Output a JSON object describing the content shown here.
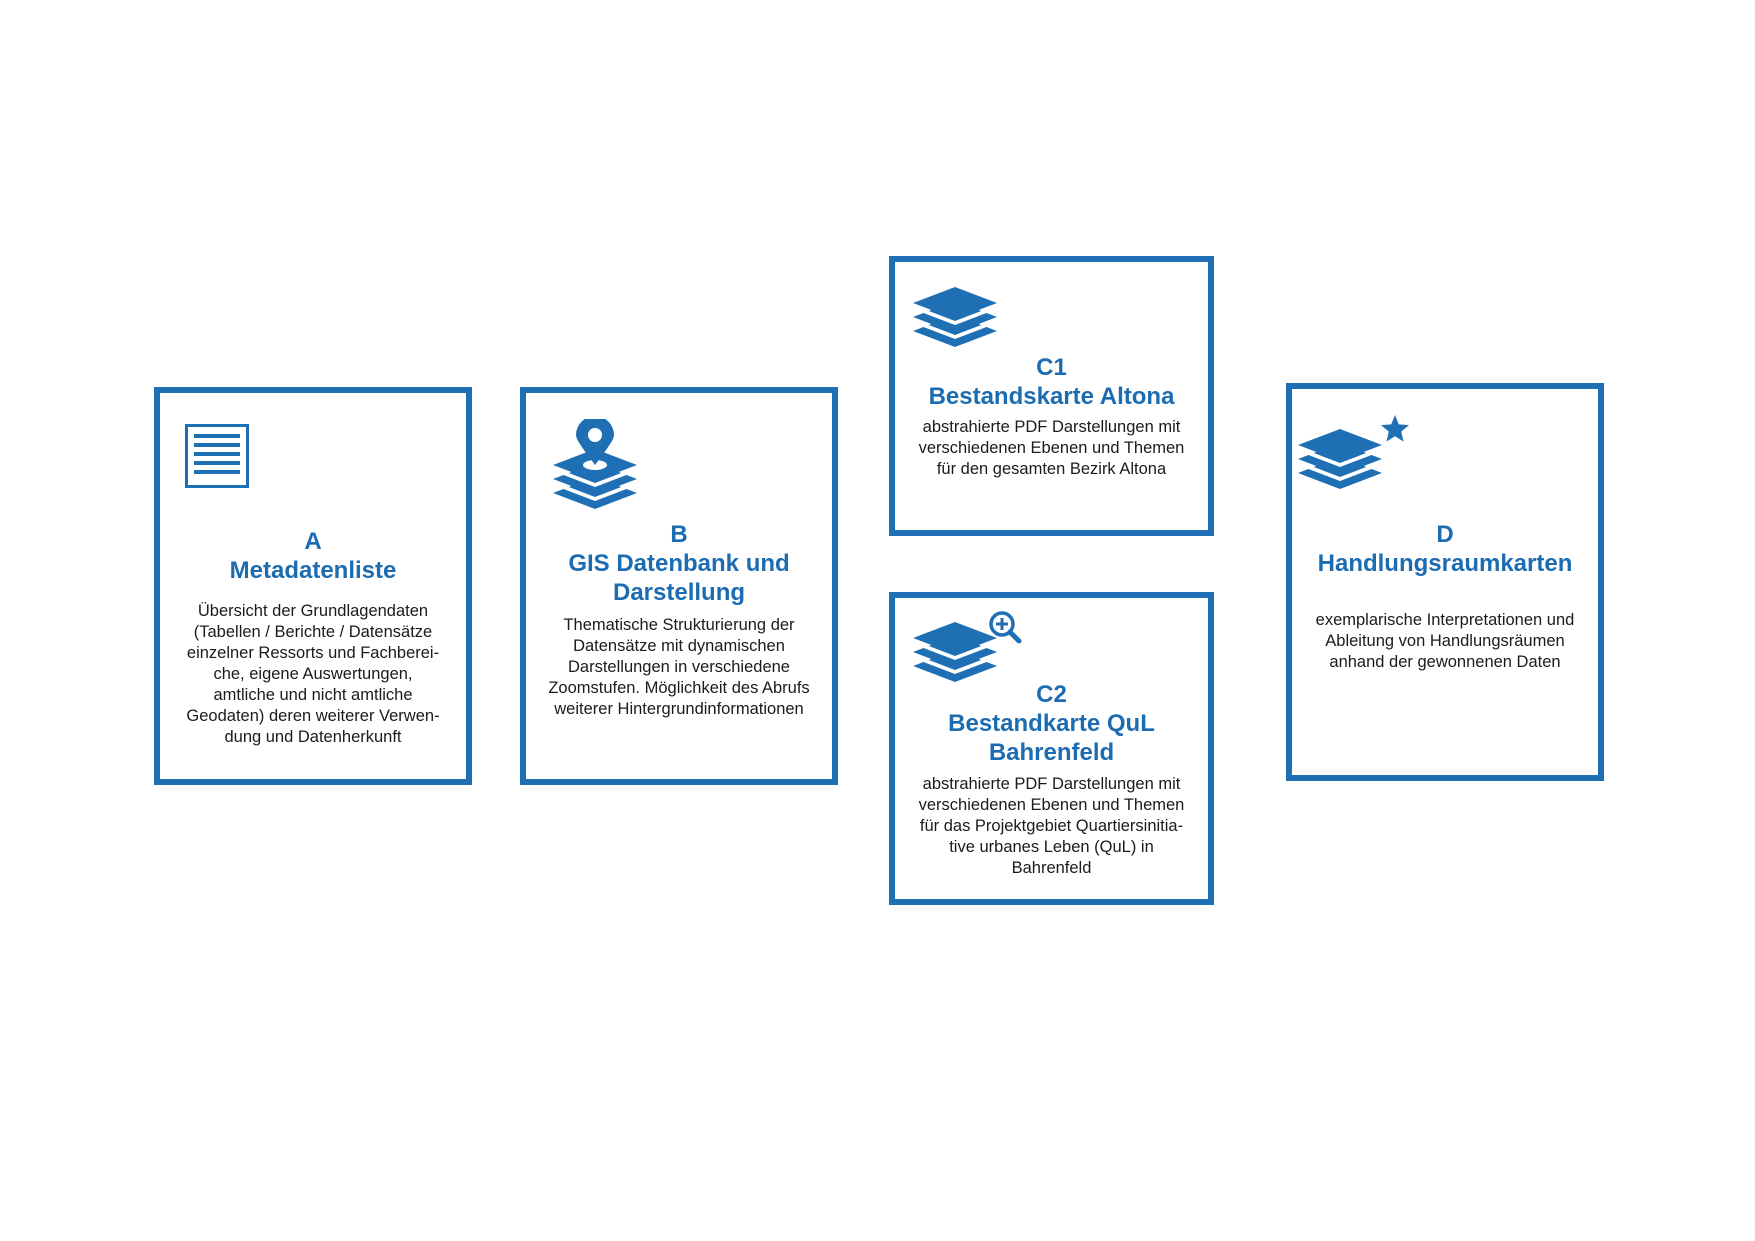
{
  "colors": {
    "accent": "#1f6fb5",
    "text": "#1b1b1b"
  },
  "cards": {
    "a": {
      "icon": "document-list-icon",
      "letter": "A",
      "title": [
        "Metadatenliste"
      ],
      "desc": [
        "Übersicht der Grundlagendaten",
        "(Tabellen / Berichte / Datensätze",
        "einzelner Ressorts und Fachberei-",
        "che, eigene Auswertungen,",
        "amtliche und nicht amtliche",
        "Geodaten) deren weiterer Verwen-",
        "dung und Datenherkunft"
      ]
    },
    "b": {
      "icon": "map-pin-layers-icon",
      "letter": "B",
      "title": [
        "GIS Datenbank und",
        "Darstellung"
      ],
      "desc": [
        "Thematische Strukturierung der",
        "Datensätze mit dynamischen",
        "Darstellungen in verschiedene",
        "Zoomstufen. Möglichkeit des Abrufs",
        "weiterer Hintergrundinformationen"
      ]
    },
    "c1": {
      "icon": "layers-icon",
      "letter": "C1",
      "title": [
        "Bestandskarte Altona"
      ],
      "desc": [
        "abstrahierte PDF Darstellungen mit",
        "verschiedenen Ebenen und Themen",
        "für den gesamten Bezirk Altona"
      ]
    },
    "c2": {
      "icon": "layers-zoom-icon",
      "letter": "C2",
      "title": [
        "Bestandkarte QuL",
        "Bahrenfeld"
      ],
      "desc": [
        "abstrahierte PDF Darstellungen mit",
        "verschiedenen Ebenen und Themen",
        "für das Projektgebiet Quartiersinitia-",
        "tive urbanes Leben (QuL) in",
        "Bahrenfeld"
      ]
    },
    "d": {
      "icon": "layers-star-icon",
      "letter": "D",
      "title": [
        "Handlungsraumkarten"
      ],
      "desc": [
        "exemplarische Interpretationen und",
        "Ableitung von Handlungsräumen",
        "anhand der gewonnenen Daten"
      ]
    }
  }
}
